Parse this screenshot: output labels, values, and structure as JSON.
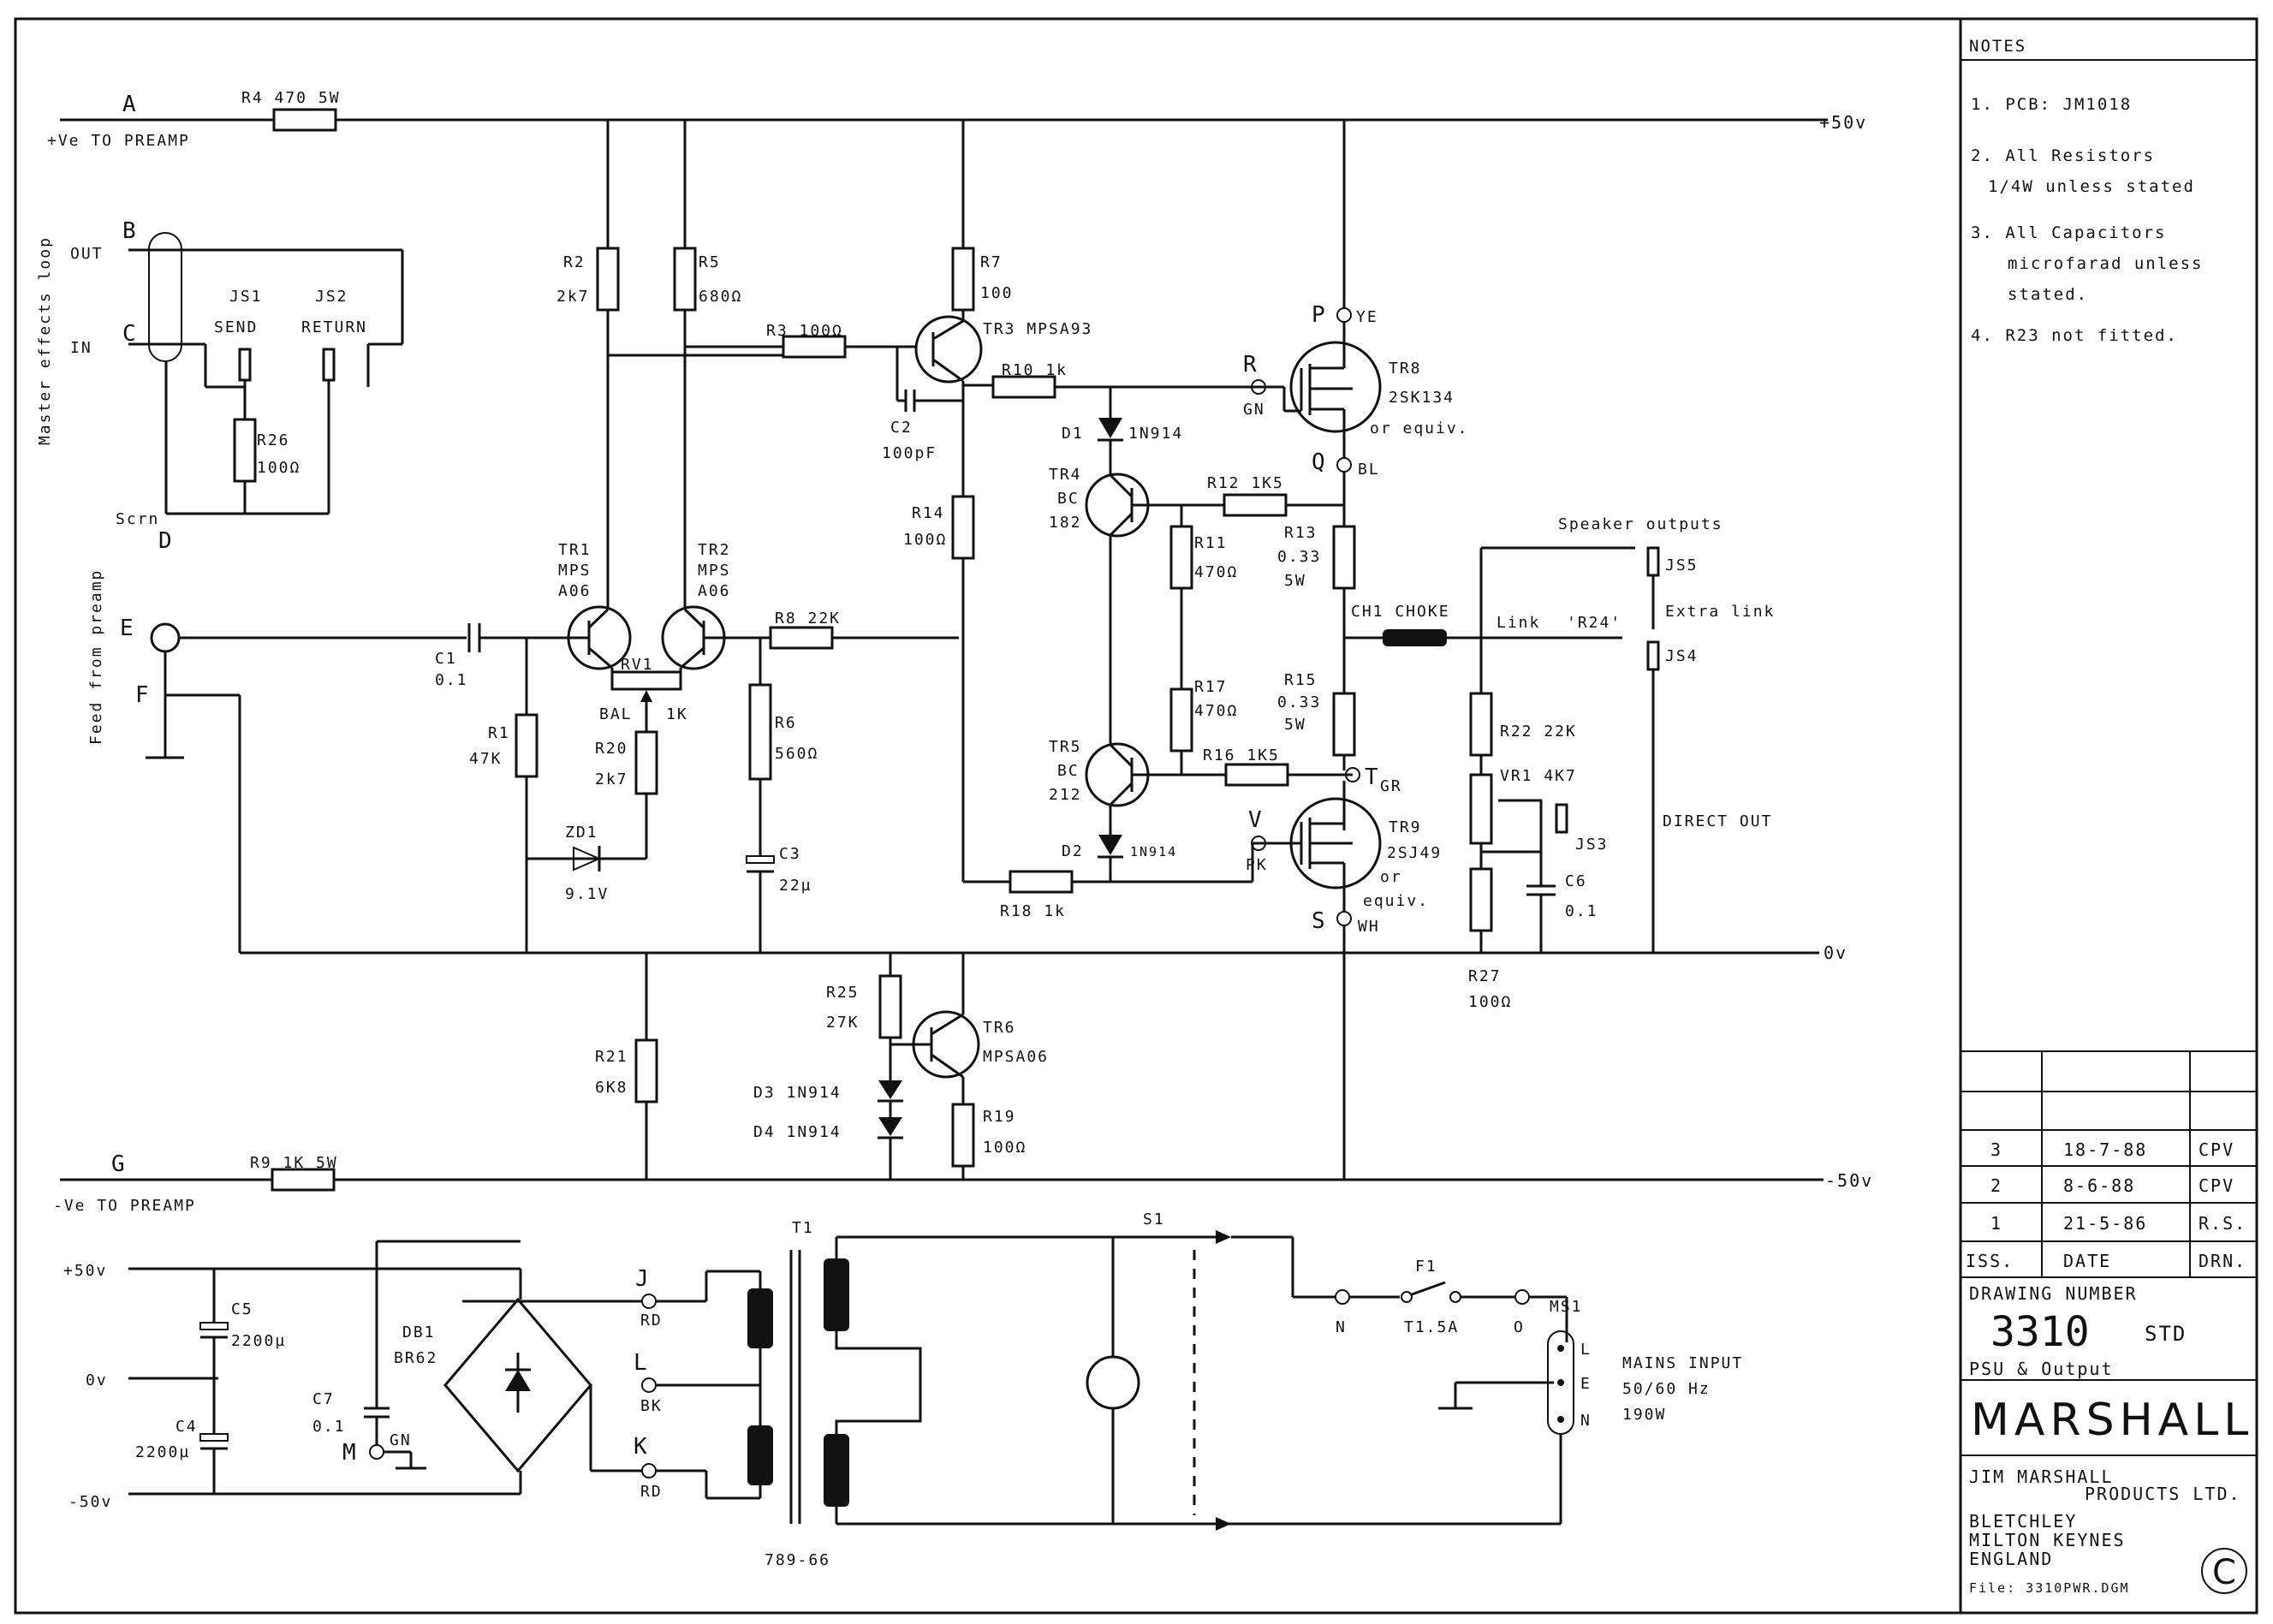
{
  "notes": {
    "header": "NOTES",
    "items": [
      "1. PCB: JM1018",
      "2. All Resistors",
      "1/4W unless stated",
      "3. All Capacitors",
      "microfarad unless",
      "stated.",
      "4. R23 not fitted."
    ]
  },
  "title_block": {
    "revisions": [
      {
        "iss": "3",
        "date": "18-7-88",
        "drn": "CPV"
      },
      {
        "iss": "2",
        "date": "8-6-88",
        "drn": "CPV"
      },
      {
        "iss": "1",
        "date": "21-5-86",
        "drn": "R.S."
      }
    ],
    "iss_header": "ISS.",
    "date_header": "DATE",
    "drn_header": "DRN.",
    "drawing_number_label": "DRAWING NUMBER",
    "drawing_number": "3310",
    "drawing_suffix": "STD",
    "drawing_title": "PSU & Output",
    "brand": "MARSHALL",
    "company": [
      "JIM MARSHALL",
      "PRODUCTS LTD.",
      "BLETCHLEY",
      "MILTON KEYNES",
      "ENGLAND"
    ],
    "file": "File: 3310PWR.DGM",
    "copyright_symbol": "C"
  },
  "rails": {
    "plus50": "+50v",
    "zero": "0v",
    "minus50": "-50v"
  },
  "connectors": {
    "A": "A",
    "B": "B",
    "C": "C",
    "D": "D",
    "E": "E",
    "F": "F",
    "G": "G",
    "ve_plus": "+Ve TO PREAMP",
    "ve_minus": "-Ve TO PREAMP",
    "out": "OUT",
    "in": "IN",
    "scrn": "Scrn",
    "loop": "Master effects loop",
    "feed": "Feed from preamp"
  },
  "components": {
    "R4": "R4 470 5W",
    "R9": "R9 1K 5W",
    "JS1": "JS1",
    "SEND": "SEND",
    "JS2": "JS2",
    "RETURN": "RETURN",
    "R26": "R26",
    "R26v": "100Ω",
    "R2": "R2",
    "R2v": "2k7",
    "R5": "R5",
    "R5v": "680Ω",
    "R3": "R3 100Ω",
    "R7": "R7",
    "R7v": "100",
    "TR3": "TR3 MPSA93",
    "R10": "R10 1k",
    "C2": "C2",
    "C2v": "100pF",
    "R14": "R14",
    "R14v": "100Ω",
    "D1": "D1",
    "D1v": "1N914",
    "TR4a": "TR4",
    "TR4b": "BC",
    "TR4c": "182",
    "R12": "R12 1K5",
    "R11": "R11",
    "R11v": "470Ω",
    "R13": "R13",
    "R13v": "0.33",
    "R13w": "5W",
    "TR1a": "TR1",
    "TR1b": "MPS",
    "TR1c": "A06",
    "TR2a": "TR2",
    "TR2b": "MPS",
    "TR2c": "A06",
    "R8": "R8 22K",
    "C1": "C1",
    "C1v": "0.1",
    "RV1": "RV1",
    "BAL": "BAL",
    "RV1v": "1K",
    "R1": "R1",
    "R1v": "47K",
    "R20": "R20",
    "R20v": "2k7",
    "ZD1": "ZD1",
    "ZD1v": "9.1V",
    "R6": "R6",
    "R6v": "560Ω",
    "C3": "C3",
    "C3v": "22µ",
    "R17": "R17",
    "R17v": "470Ω",
    "R15": "R15",
    "R15v": "0.33",
    "R15w": "5W",
    "TR5a": "TR5",
    "TR5b": "BC",
    "TR5c": "212",
    "R16": "R16 1K5",
    "D2": "D2",
    "D2v": "1N914",
    "R18": "R18 1k",
    "TR8": "TR8",
    "TR8v": "2SK134",
    "TR8w": "or equiv.",
    "TR9": "TR9",
    "TR9v": "2SJ49",
    "TR9w": "or",
    "TR9x": "equiv.",
    "P": "P",
    "YE": "YE",
    "R": "R",
    "GN": "GN",
    "Q": "Q",
    "BL": "BL",
    "T": "T",
    "GR": "GR",
    "V": "V",
    "PK": "PK",
    "S": "S",
    "WH": "WH",
    "CH1": "CH1 CHOKE",
    "link": "Link",
    "R24": "'R24'",
    "speaker": "Speaker outputs",
    "JS5": "JS5",
    "extra_link": "Extra link",
    "JS4": "JS4",
    "R22": "R22 22K",
    "VR1": "VR1 4K7",
    "JS3": "JS3",
    "C6": "C6",
    "C6v": "0.1",
    "direct_out": "DIRECT OUT",
    "R27": "R27",
    "R27v": "100Ω",
    "R25": "R25",
    "R25v": "27K",
    "TR6": "TR6",
    "TR6v": "MPSA06",
    "D3": "D3 1N914",
    "D4": "D4 1N914",
    "R19": "R19",
    "R19v": "100Ω",
    "R21": "R21",
    "R21v": "6K8",
    "C5": "C5",
    "C5v": "2200µ",
    "C4": "C4",
    "C4v": "2200µ",
    "C7": "C7",
    "C7v": "0.1",
    "DB1": "DB1",
    "DB1v": "BR62",
    "M": "M",
    "J": "J",
    "RD1": "RD",
    "Lk": "L",
    "BK": "BK",
    "K": "K",
    "RD2": "RD",
    "T1": "T1",
    "T1v": "789-66",
    "S1": "S1",
    "F1": "F1",
    "F1v": "T1.5A",
    "N": "N",
    "O": "O",
    "MS1": "MS1",
    "mL": "L",
    "mE": "E",
    "mN": "N",
    "mains1": "MAINS INPUT",
    "mains2": "50/60 Hz",
    "mains3": "190W"
  }
}
